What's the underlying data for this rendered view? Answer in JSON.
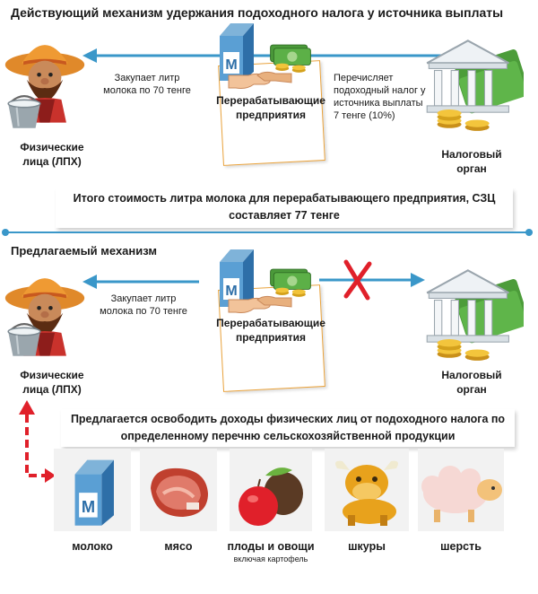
{
  "top": {
    "title": "Действующий механизм удержания подоходного налога у источника выплаты",
    "buys_text": "Закупает литр молока по 70 тенге",
    "enterprises_label": "Перерабатывающие предприятия",
    "transfers_text": "Перечисляет подоходный налог у источника выплаты 7 тенге (10%)",
    "individuals_label": "Физические лица (ЛПХ)",
    "tax_label": "Налоговый орган",
    "summary": "Итого стоимость литра молока для перерабатывающего предприятия, СЗЦ составляет 77 тенге"
  },
  "bottom": {
    "title": "Предлагаемый механизм",
    "buys_text": "Закупает литр молока по 70 тенге",
    "enterprises_label": "Перерабатывающие предприятия",
    "individuals_label": "Физические лица (ЛПХ)",
    "tax_label": "Налоговый орган",
    "proposal": "Предлагается освободить доходы физических лиц от подоходного налога по определенному перечню сельскохозяйственной продукции"
  },
  "products": [
    {
      "label": "молоко",
      "icon": "milk-carton-icon"
    },
    {
      "label": "мясо",
      "icon": "meat-icon"
    },
    {
      "label": "плоды и овощи",
      "icon": "fruit-vegetables-icon",
      "note": "включая картофель"
    },
    {
      "label": "шкуры",
      "icon": "bull-icon"
    },
    {
      "label": "шерсть",
      "icon": "sheep-icon"
    }
  ],
  "colors": {
    "arrow_blue": "#3a97c9",
    "cross_red": "#e0202a",
    "box_border": "#e9a23b",
    "dashed_red": "#e0202a"
  }
}
